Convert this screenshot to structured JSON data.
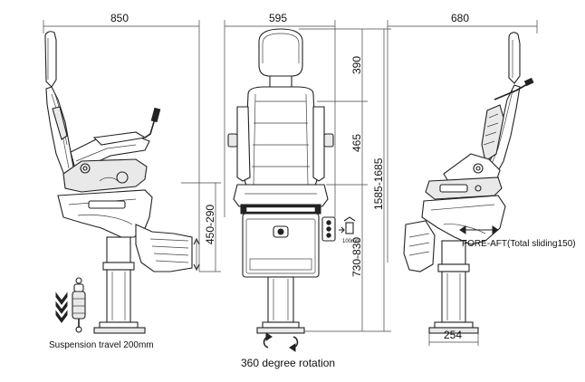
{
  "dimensions": {
    "side_left_depth": "850",
    "front_width": "595",
    "side_right_depth": "680",
    "headrest_height": "390",
    "backrest_height": "465",
    "seat_height_range": "450-290",
    "total_height_range": "1585-1685",
    "pedestal_height_range": "730-830",
    "base_width": "254"
  },
  "labels": {
    "fore_aft": "FORE-AFT(Total sliding150)",
    "suspension": "Suspension travel 200mm",
    "rotation": "360 degree rotation",
    "control_panel": "100mm"
  }
}
